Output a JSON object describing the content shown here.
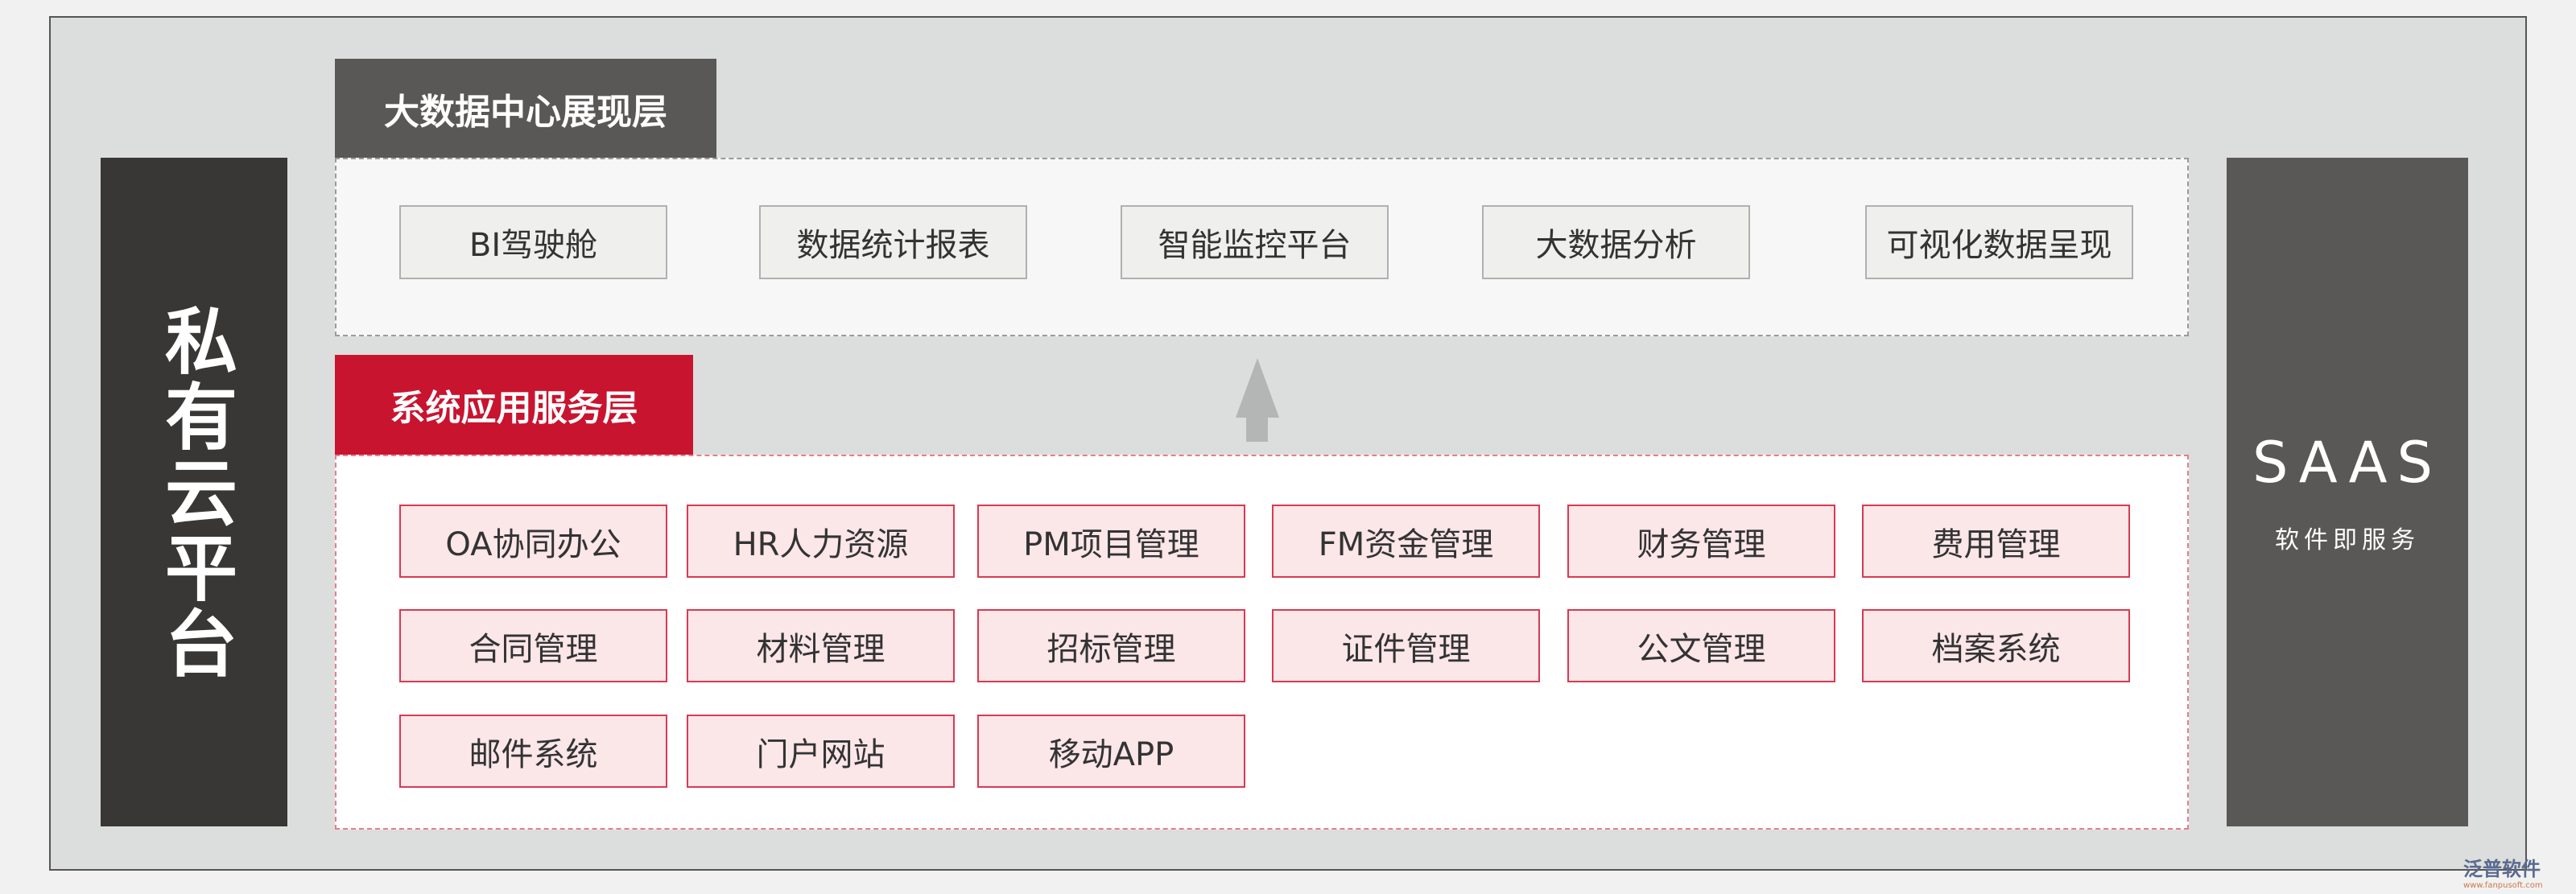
{
  "left_bar": {
    "label": "私有云平台"
  },
  "right_bar": {
    "title": "SAAS",
    "subtitle": "软件即服务"
  },
  "presentation_layer": {
    "label": "大数据中心展现层",
    "items": [
      "BI驾驶舱",
      "数据统计报表",
      "智能监控平台",
      "大数据分析",
      "可视化数据呈现"
    ]
  },
  "service_layer": {
    "label": "系统应用服务层",
    "items": [
      "OA协同办公",
      "HR人力资源",
      "PM项目管理",
      "FM资金管理",
      "财务管理",
      "费用管理",
      "合同管理",
      "材料管理",
      "招标管理",
      "证件管理",
      "公文管理",
      "档案系统",
      "邮件系统",
      "门户网站",
      "移动APP"
    ]
  },
  "watermark": {
    "name": "泛普软件",
    "url": "www.fanpusoft.com"
  },
  "colors": {
    "dark": "#383735",
    "gray_header": "#5a5856",
    "red_header": "#c8142f",
    "pink_box": "#fbe6e8",
    "arrow": "#b4b6b5"
  }
}
